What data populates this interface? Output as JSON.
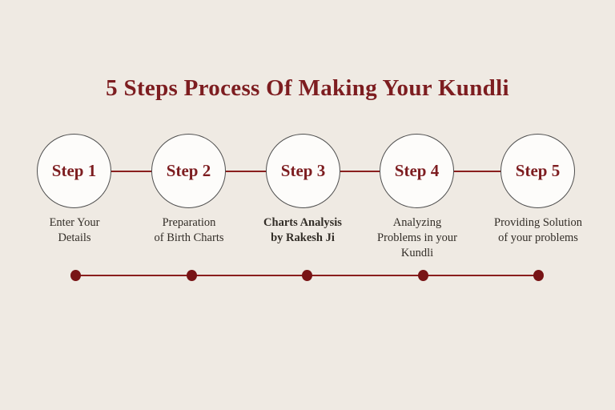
{
  "page": {
    "title": "5 Steps Process Of Making Your Kundli",
    "colors": {
      "background": "#efeae3",
      "accent-red": "#7d1d20",
      "line-red": "#8a1f1e",
      "dot-red": "#781416",
      "circle-fill": "#fdfcfa",
      "circle-border": "#4f4f4f",
      "text-dark": "#322d27"
    }
  },
  "steps": [
    {
      "label": "Step 1",
      "description": "Enter Your\nDetails"
    },
    {
      "label": "Step 2",
      "description": "Preparation\nof Birth Charts"
    },
    {
      "label": "Step 3",
      "description": "Charts Analysis\nby Rakesh Ji"
    },
    {
      "label": "Step 4",
      "description": "Analyzing\nProblems in your\nKundli"
    },
    {
      "label": "Step 5",
      "description": "Providing Solution\nof your problems"
    }
  ]
}
